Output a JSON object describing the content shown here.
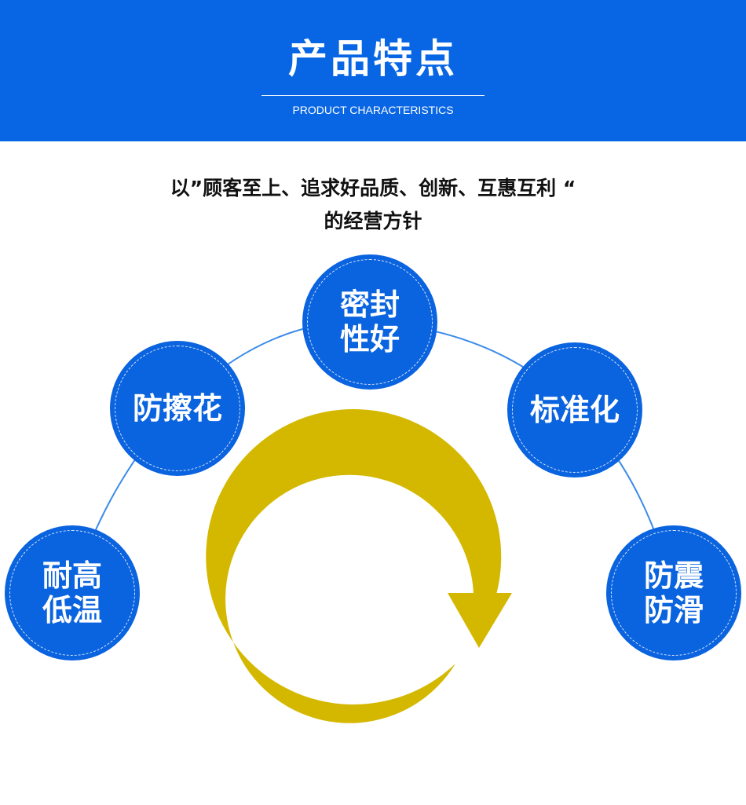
{
  "header": {
    "title": "产品特点",
    "subtitle": "PRODUCT CHARACTERISTICS"
  },
  "motto": {
    "line1": "以”顾客至上、追求好品质、创新、互惠互利 “",
    "line2": "的经营方针"
  },
  "features": [
    {
      "line1": "密封",
      "line2": "性好"
    },
    {
      "line1": "防擦花",
      "line2": ""
    },
    {
      "line1": "标准化",
      "line2": ""
    },
    {
      "line1": "耐高",
      "line2": "低温"
    },
    {
      "line1": "防震",
      "line2": "防滑"
    }
  ],
  "colors": {
    "banner": "#0866e4",
    "circle": "#0a63df",
    "arc_line": "#3b8ce8",
    "cycle_arrow": "#d4b800"
  },
  "icons": {
    "cycle": "circular-arrow-icon"
  }
}
